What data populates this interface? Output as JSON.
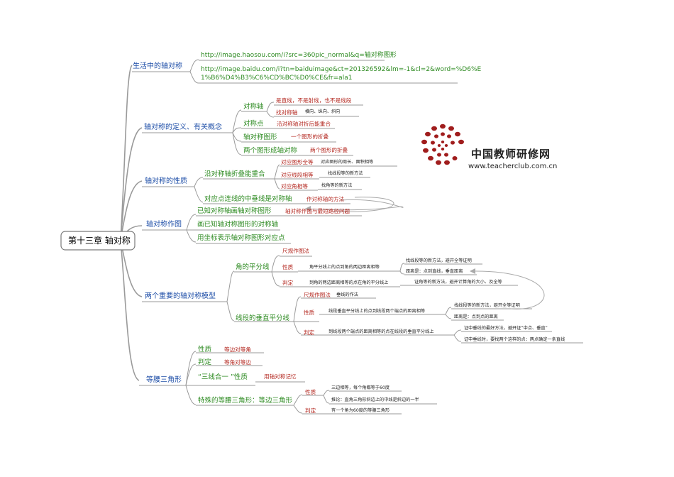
{
  "root": "第十三章 轴对称",
  "branches": {
    "life": {
      "label": "生活中的轴对称",
      "url1": "http://image.haosou.com/i?src=360pic_normal&q=轴对称图形",
      "url2_line1": "http://image.baidu.com/i?tn=baiduimage&ct=201326592&lm=-1&cl=2&word=%D6%E",
      "url2_line2": "1%B6%D4%B3%C6%CD%BC%D0%CE&fr=ala1"
    },
    "definition": {
      "label": "轴对称的定义、有关概念",
      "axis": "对称轴",
      "axis_note1": "是直线，不是射线，也不是线段",
      "axis_note2": "找对称轴",
      "axis_note2_detail": "横向、纵向、斜向",
      "point": "对称点",
      "point_note": "沿对称轴对折后能重合",
      "figure": "轴对称图形",
      "figure_note": "一个图形的折叠",
      "two_figures": "两个图形成轴对称",
      "two_figures_note": "两个图形的折叠"
    },
    "property": {
      "label": "轴对称的性质",
      "fold": "沿对称轴折叠能重合",
      "congruent": "对应图形全等",
      "congruent_note": "对应图形的周长、面积相等",
      "segments": "对应线段相等",
      "segments_note": "找线段等的新方法",
      "angles": "对应角相等",
      "angles_note": "找角等的新方法",
      "perp": "对应点连线的中垂线是对称轴",
      "perp_note": "作对称轴的方法"
    },
    "construction": {
      "label": "轴对称作图",
      "known_axis": "已知对称轴画轴对称图形",
      "known_axis_note": "轴对称作图与最短路径问题",
      "draw_axis": "画已知轴对称图形的对称轴",
      "coords": "用坐标表示轴对称图形对应点"
    },
    "models": {
      "label": "两个重要的轴对称模型",
      "bisector": "角的平分线",
      "bisector_ruler": "尺规作图法",
      "bisector_prop": "性质",
      "bisector_prop_text": "角平分线上的点到角的两边距离相等",
      "bisector_prop_m1": "找线段等的新方法，避开全等证明",
      "bisector_prop_m2": "距离是：点到直线，垂直距离",
      "bisector_judge": "判定",
      "bisector_judge_text": "到角的两边距离相等的点在角的平分线上",
      "bisector_judge_m": "证角等的新方法，避开计算角的大小、及全等",
      "perp_bisector": "线段的垂直平分线",
      "pb_ruler": "尺规作图法",
      "pb_ruler_note": "垂线的作法",
      "pb_prop": "性质",
      "pb_prop_text": "线段垂直平分线上的点到线段两个端点的距离相等",
      "pb_prop_m1": "找线段等的新方法，避开全等证明",
      "pb_prop_m2": "距离是：点到点的距离",
      "pb_judge": "判定",
      "pb_judge_text": "到线段两个端点的距离相等的点在线段的垂直平分线上",
      "pb_judge_m1": "证中垂线的最好方法，避开证“中点、垂直”",
      "pb_judge_m2": "证中垂线时，要找两个这样的点：两点确定一条直线"
    },
    "isosceles": {
      "label": "等腰三角形",
      "prop": "性质",
      "prop_note": "等边对等角",
      "judge": "判定",
      "judge_note": "等角对等边",
      "three_in_one": "“三线合一 ”性质",
      "three_in_one_note": "用轴对称记忆",
      "special": "特殊的等腰三角形：等边三角形",
      "eq_prop": "性质",
      "eq_prop_1": "三边相等，每个角都等于60度",
      "eq_prop_2": "推论：直角三角形斜边上的中线是斜边的一半",
      "eq_judge": "判定",
      "eq_judge_1": "有一个角为60度的等腰三角形"
    }
  },
  "logo": {
    "name": "中国教师研修网",
    "site": "www.teacherclub.com.cn",
    "icon": "dotted-swirl-logo-icon",
    "color": "#a01d1d"
  },
  "colors": {
    "level1": "#1f4fa8",
    "level2": "#2e8b22",
    "level3": "#b3261e",
    "connector": "#999999",
    "arrow": "#aaaaaa"
  }
}
